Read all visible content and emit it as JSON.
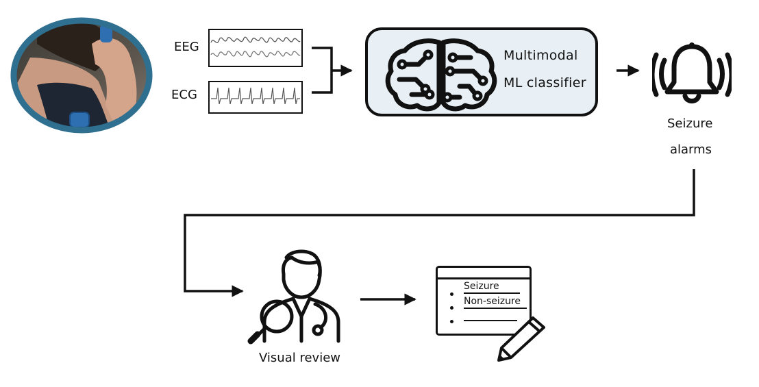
{
  "signals": {
    "eeg_label": "EEG",
    "ecg_label": "ECG"
  },
  "classifier": {
    "line1": "Multimodal",
    "line2": "ML classifier",
    "icon": "brain-circuit-icon"
  },
  "alarm": {
    "line1": "Seizure",
    "line2": "alarms",
    "icon": "alarm-bell-icon"
  },
  "review": {
    "label": "Visual review",
    "icon": "doctor-magnifier-icon"
  },
  "report": {
    "item1": "Seizure",
    "item2": "Non-seizure",
    "icon": "annotation-form-icon"
  },
  "photo": {
    "icon": "wearable-sensor-patient-photo"
  },
  "colors": {
    "photo_ring": "#2f6f8f",
    "classifier_fill": "#e9f0f5",
    "sensor_blue": "#2d6fb0",
    "line": "#111111"
  }
}
